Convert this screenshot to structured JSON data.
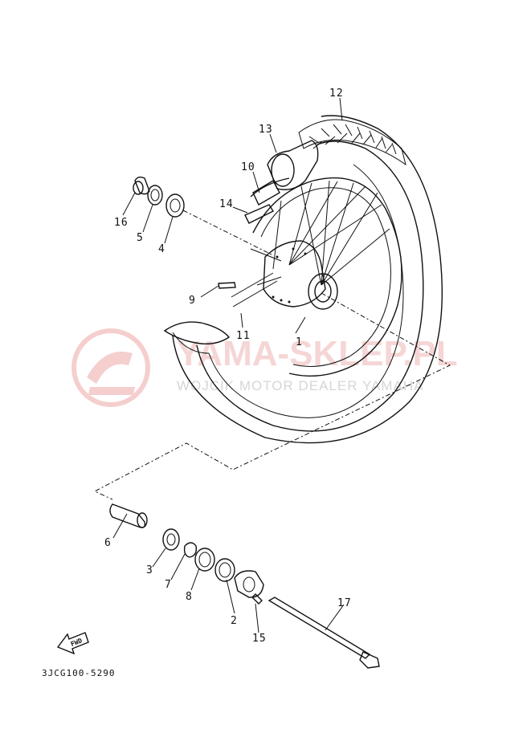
{
  "diagram_code": "3JCG100-5290",
  "fwd_label": "FWD",
  "watermark": {
    "title": "YAMA-SKLEP.PL",
    "subtitle": "WOJCIK MOTOR DEALER YAMAHA"
  },
  "parts": [
    {
      "no": "1"
    },
    {
      "no": "2"
    },
    {
      "no": "3"
    },
    {
      "no": "4"
    },
    {
      "no": "5"
    },
    {
      "no": "6"
    },
    {
      "no": "7"
    },
    {
      "no": "8"
    },
    {
      "no": "9"
    },
    {
      "no": "10"
    },
    {
      "no": "11"
    },
    {
      "no": "12"
    },
    {
      "no": "13"
    },
    {
      "no": "14"
    },
    {
      "no": "15"
    },
    {
      "no": "16"
    },
    {
      "no": "17"
    }
  ]
}
